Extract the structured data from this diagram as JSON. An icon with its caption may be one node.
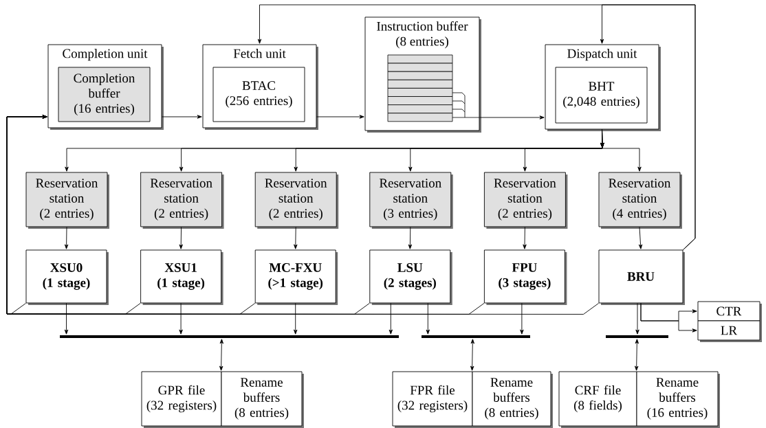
{
  "diagram": {
    "nodes": [
      {
        "text": [
          "Completion unit"
        ]
      },
      {
        "text": [
          "Completion buffer",
          "(16 entries)"
        ],
        "in": 0
      },
      {
        "text": [
          "Fetch unit"
        ]
      },
      {
        "text": [
          "BTAC",
          "(256 entries)"
        ],
        "in": 2
      },
      {
        "text": [
          "Instruction buffer",
          "(8 entries)"
        ]
      },
      {
        "text": [
          "Dispatch unit"
        ]
      },
      {
        "text": [
          "BHT",
          "(2,048 entries)"
        ],
        "in": 5
      },
      {
        "text": [
          "Reservation station",
          "(2 entries)"
        ]
      },
      {
        "text": [
          "Reservation station",
          "(2 entries)"
        ]
      },
      {
        "text": [
          "Reservation station",
          "(2 entries)"
        ]
      },
      {
        "text": [
          "Reservation station",
          "(3 entries)"
        ]
      },
      {
        "text": [
          "Reservation station",
          "(2 entries)"
        ]
      },
      {
        "text": [
          "Reservation station",
          "(4 entries)"
        ]
      },
      {
        "text": [
          "XSU0",
          "(1 stage)"
        ]
      },
      {
        "text": [
          "XSU1",
          "(1 stage)"
        ]
      },
      {
        "text": [
          "MC-FXU",
          "(>1 stage)"
        ]
      },
      {
        "text": [
          "LSU",
          "(2 stages)"
        ]
      },
      {
        "text": [
          "FPU",
          "(3 stages)"
        ]
      },
      {
        "text": [
          "BRU"
        ]
      },
      {
        "text": [],
        "shape": "bar"
      },
      {
        "text": [],
        "shape": "bar"
      },
      {
        "text": [],
        "shape": "bar"
      },
      {
        "text": [
          "GPR file",
          "(32 registers)"
        ]
      },
      {
        "text": [
          "Rename buffers",
          "(8 entries)"
        ]
      },
      {
        "text": [
          "FPR file",
          "(32 registers)"
        ]
      },
      {
        "text": [
          "Rename buffers",
          "(8 entries)"
        ]
      },
      {
        "text": [
          "CRF file",
          "(8 fields)"
        ]
      },
      {
        "text": [
          "Rename buffers",
          "(16 entries)"
        ]
      },
      {
        "text": [
          "CTR"
        ]
      },
      {
        "text": [
          "LR"
        ]
      }
    ],
    "edges": [
      {
        "from": 0,
        "to": 2,
        "arrow": "to"
      },
      {
        "from": 2,
        "to": 4,
        "arrow": "to"
      },
      {
        "from": 4,
        "to": 5,
        "arrow": "to"
      },
      {
        "from": 5,
        "to": 7,
        "arrow": "to"
      },
      {
        "from": 5,
        "to": 8,
        "arrow": "to"
      },
      {
        "from": 5,
        "to": 9,
        "arrow": "to"
      },
      {
        "from": 5,
        "to": 10,
        "arrow": "to"
      },
      {
        "from": 5,
        "to": 11,
        "arrow": "to"
      },
      {
        "from": 5,
        "to": 12,
        "arrow": "to"
      },
      {
        "from": 7,
        "to": 13,
        "arrow": "to"
      },
      {
        "from": 8,
        "to": 14,
        "arrow": "to"
      },
      {
        "from": 9,
        "to": 15,
        "arrow": "to"
      },
      {
        "from": 10,
        "to": 16,
        "arrow": "to"
      },
      {
        "from": 11,
        "to": 17,
        "arrow": "to"
      },
      {
        "from": 12,
        "to": 18,
        "arrow": "to"
      },
      {
        "from": 18,
        "to": 2,
        "arrow": "to"
      },
      {
        "from": 18,
        "to": 5,
        "arrow": "to"
      },
      {
        "from": 13,
        "to": 0,
        "arrow": "to"
      },
      {
        "from": 14,
        "to": 0,
        "arrow": "to"
      },
      {
        "from": 15,
        "to": 0,
        "arrow": "to"
      },
      {
        "from": 16,
        "to": 0,
        "arrow": "to"
      },
      {
        "from": 17,
        "to": 0,
        "arrow": "to"
      },
      {
        "from": 18,
        "to": 0,
        "arrow": "to"
      },
      {
        "from": 13,
        "to": 19,
        "arrow": "to"
      },
      {
        "from": 14,
        "to": 19,
        "arrow": "to"
      },
      {
        "from": 15,
        "to": 19,
        "arrow": "to"
      },
      {
        "from": 16,
        "to": 19,
        "arrow": "to"
      },
      {
        "from": 16,
        "to": 20,
        "arrow": "to"
      },
      {
        "from": 17,
        "to": 20,
        "arrow": "to"
      },
      {
        "from": 18,
        "to": 21,
        "arrow": "to"
      },
      {
        "from": 19,
        "to": 22,
        "arrow": "both"
      },
      {
        "from": 19,
        "to": 23,
        "arrow": "both"
      },
      {
        "from": 20,
        "to": 24,
        "arrow": "both"
      },
      {
        "from": 20,
        "to": 25,
        "arrow": "both"
      },
      {
        "from": 21,
        "to": 26,
        "arrow": "both"
      },
      {
        "from": 21,
        "to": 27,
        "arrow": "both"
      },
      {
        "from": 18,
        "to": 28,
        "arrow": "to"
      },
      {
        "from": 18,
        "to": 29,
        "arrow": "to"
      }
    ]
  }
}
